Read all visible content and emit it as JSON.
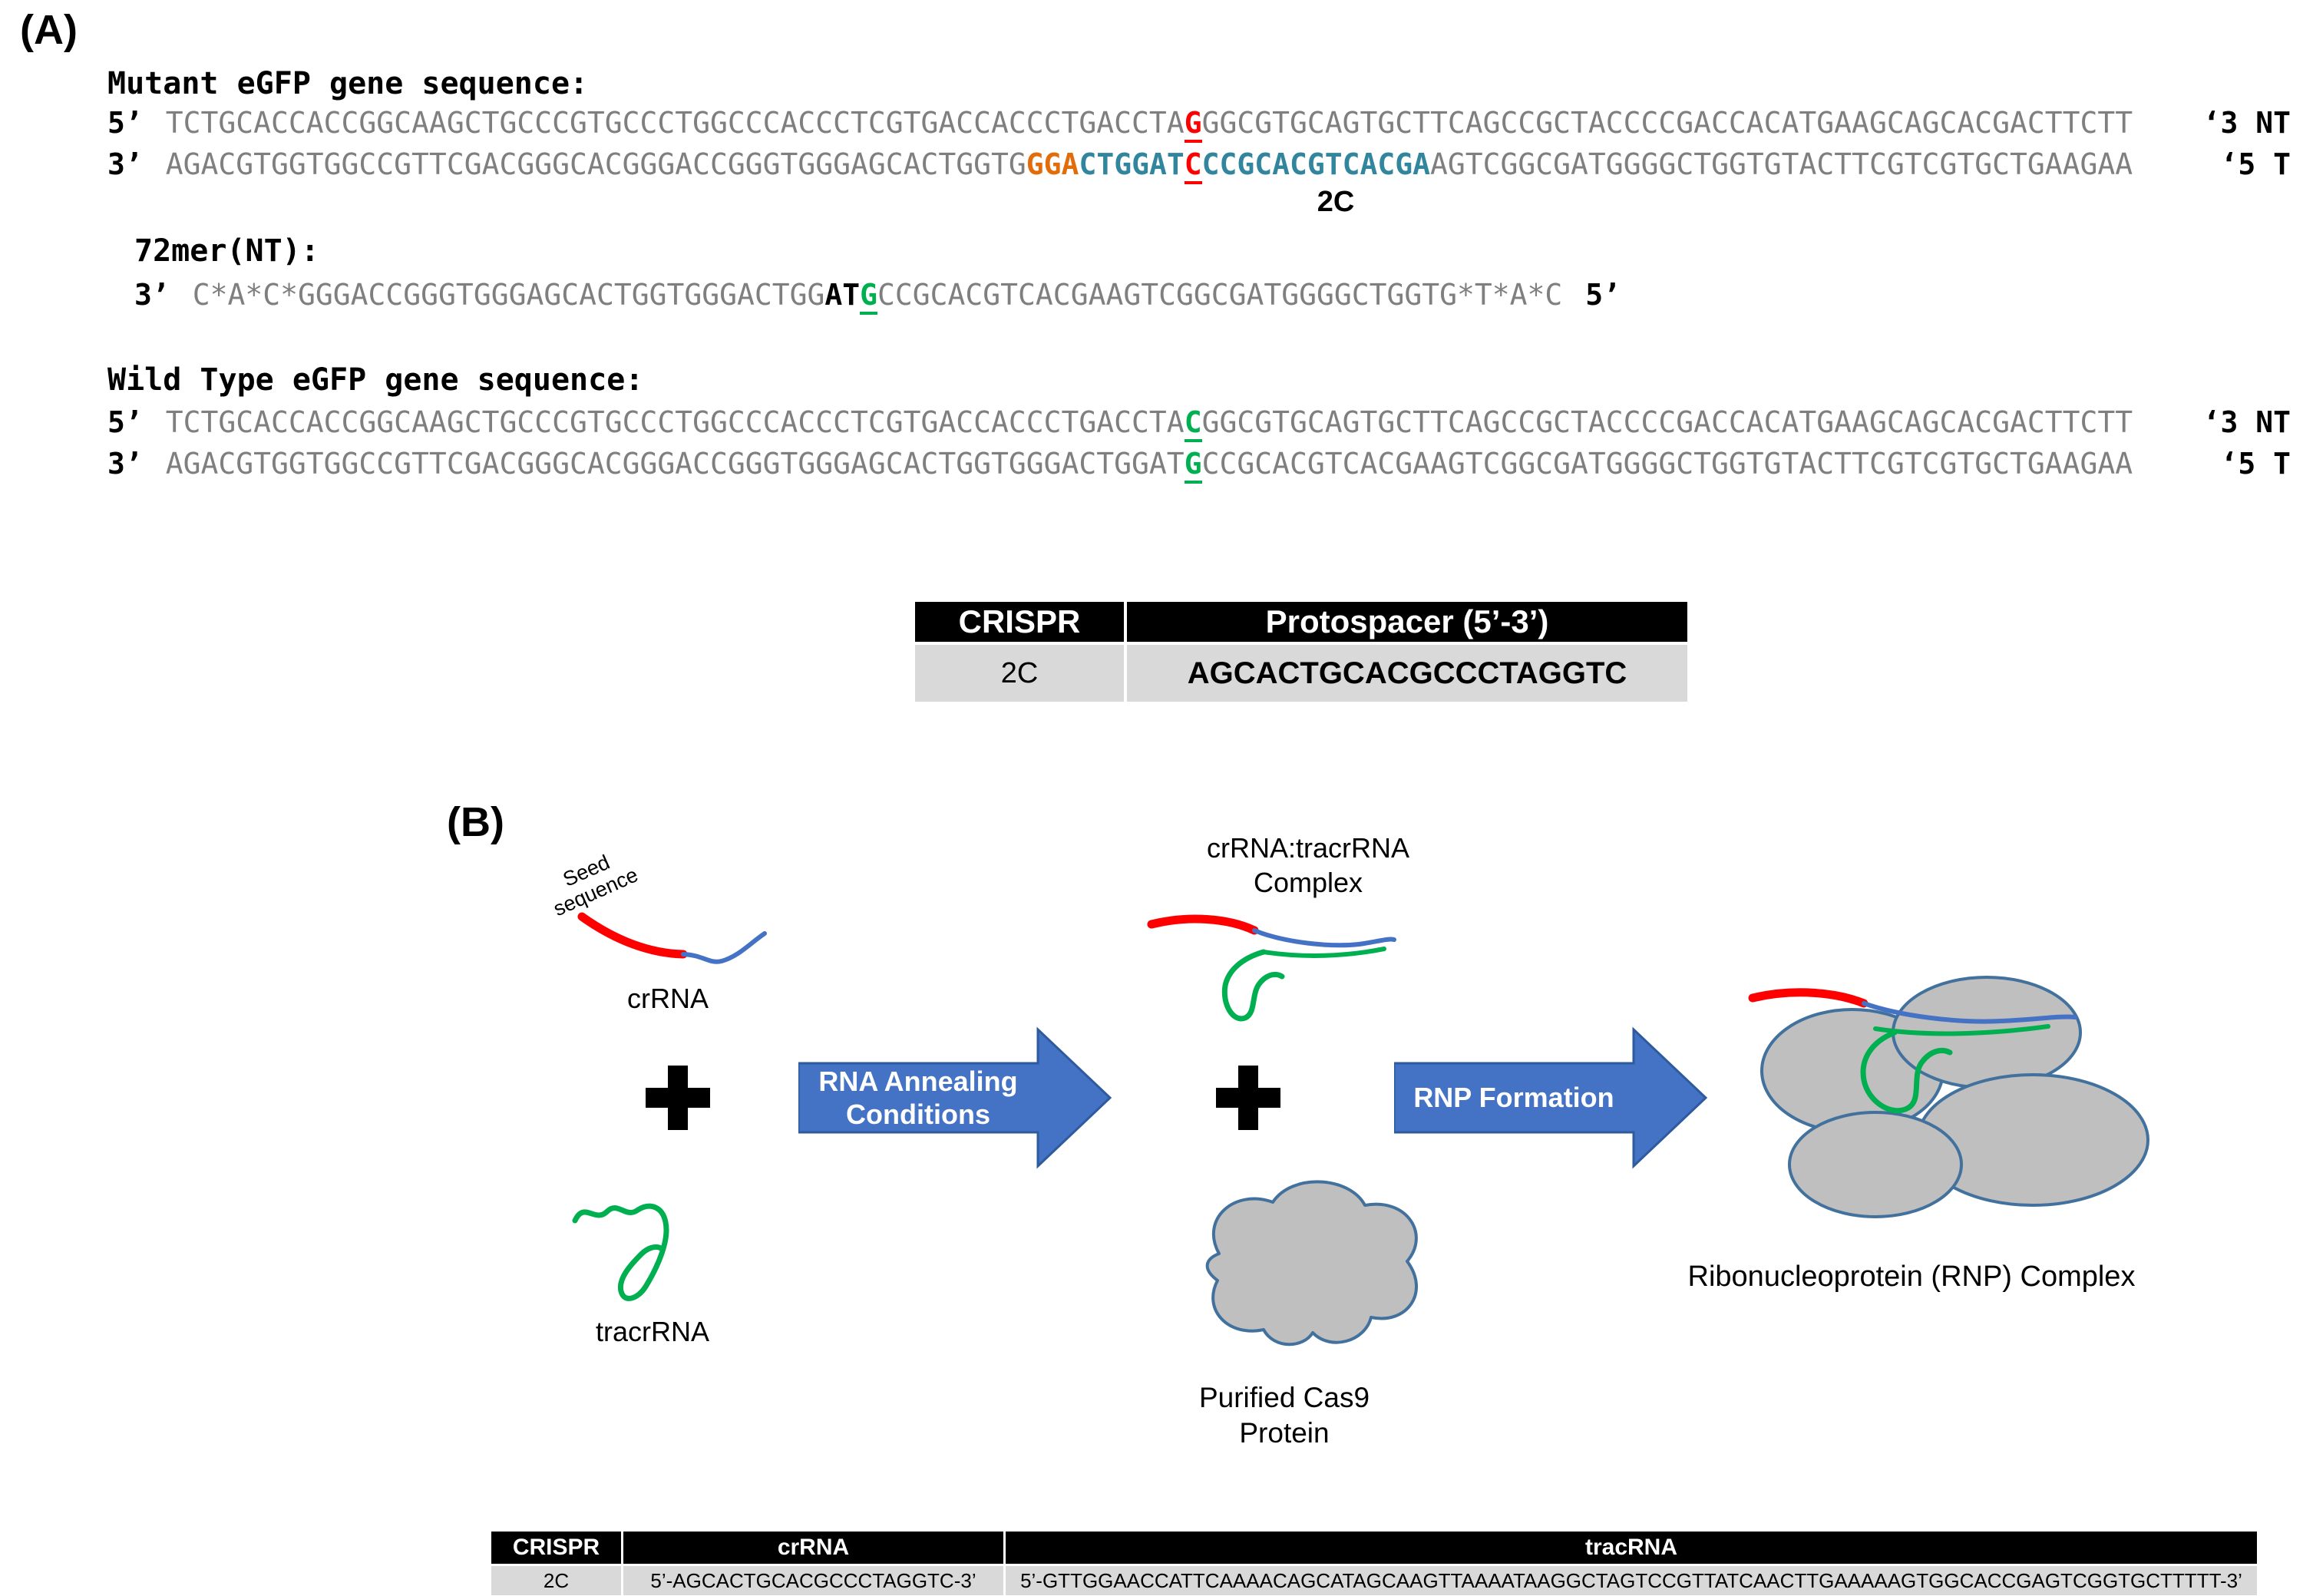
{
  "colors": {
    "seq_gray": "#7F7F7F",
    "pam_orange": "#E36C0A",
    "proto_teal": "#31859C",
    "mut_red": "#FF0000",
    "edit_green": "#00B050",
    "arrow_blue": "#4472C4",
    "arrow_border": "#2E5A9E",
    "blob_fill": "#BFBFBF",
    "blob_stroke": "#41719C",
    "rna_red": "#FF0000",
    "rna_blue": "#4472C4",
    "rna_green": "#00B050",
    "table_header_bg": "#000000",
    "table_header_text": "#FFFFFF",
    "table_row_bg": "#D9D9D9"
  },
  "partA": {
    "label": "(A)",
    "mutant": {
      "title": "Mutant eGFP gene sequence:",
      "top": {
        "prefix": "5’",
        "seq1": "TCTGCACCACCGGCAAGCTGCCCGTGCCCTGGCCCACCCTCGTGACCACCCTGACCTA",
        "mut": "G",
        "seq2": "GGCGTGCAGTGCTTCAGCCGCTACCCCGACCACATGAAGCAGCACGACTTCTT",
        "suffix": "‘3 NT"
      },
      "bottom": {
        "prefix": "3’",
        "seq1": "AGACGTGGTGGCCGTTCGACGGGCACGGGACCGGGTGGGAGCACTGGTG",
        "pam": "GGA",
        "proto1": "CTGGAT",
        "mut": "C",
        "proto2": "CCGCACGTCACGA",
        "seq2": "AGTCGGCGATGGGGCTGGTGTACTTCGTCGTGCTGAAGAA",
        "suffix": "‘5 T"
      },
      "crispr_site_label": "2C"
    },
    "oligo": {
      "title": "72mer(NT):",
      "prefix": "3’",
      "seq1": "C*A*C*GGGACCGGGTGGGAGCACTGGTGGGACTGG",
      "bold": "AT",
      "edit": "G",
      "seq2": "CCGCACGTCACGAAGTCGGCGATGGGGCTGGTG*T*A*C",
      "suffix": "5’"
    },
    "wildtype": {
      "title": "Wild Type eGFP gene sequence:",
      "top": {
        "prefix": "5’",
        "seq1": "TCTGCACCACCGGCAAGCTGCCCGTGCCCTGGCCCACCCTCGTGACCACCCTGACCTA",
        "wt": "C",
        "seq2": "GGCGTGCAGTGCTTCAGCCGCTACCCCGACCACATGAAGCAGCACGACTTCTT",
        "suffix": "‘3 NT"
      },
      "bottom": {
        "prefix": "3’",
        "seq1": "AGACGTGGTGGCCGTTCGACGGGCACGGGACCGGGTGGGAGCACTGGTGGGACTGGAT",
        "wt": "G",
        "seq2": "CCGCACGTCACGAAGTCGGCGATGGGGCTGGTGTACTTCGTCGTGCTGAAGAA",
        "suffix": "‘5 T"
      }
    },
    "protospacer_table": {
      "headers": [
        "CRISPR",
        "Protospacer (5’-3’)"
      ],
      "rows": [
        [
          "2C",
          "AGCACTGCACGCCCTAGGTC"
        ]
      ]
    }
  },
  "partB": {
    "label": "(B)",
    "seed_label": "Seed sequence",
    "crRNA_label": "crRNA",
    "tracrRNA_label": "tracrRNA",
    "plus_symbol": "+",
    "arrow1_label": "RNA Annealing Conditions",
    "complex_label": "crRNA:tracrRNA Complex",
    "cas9_label": "Purified Cas9 Protein",
    "arrow2_label": "RNP Formation",
    "rnp_label": "Ribonucleoprotein (RNP) Complex",
    "rna_table": {
      "headers": [
        "CRISPR",
        "crRNA",
        "tracRNA"
      ],
      "rows": [
        [
          "2C",
          "5’-AGCACTGCACGCCCTAGGTC-3’",
          "5’-GTTGGAACCATTCAAAACAGCATAGCAAGTTAAAATAAGGCTAGTCCGTTATCAACTTGAAAAAGTGGCACCGAGTCGGTGCTTTTT-3’"
        ]
      ]
    }
  }
}
